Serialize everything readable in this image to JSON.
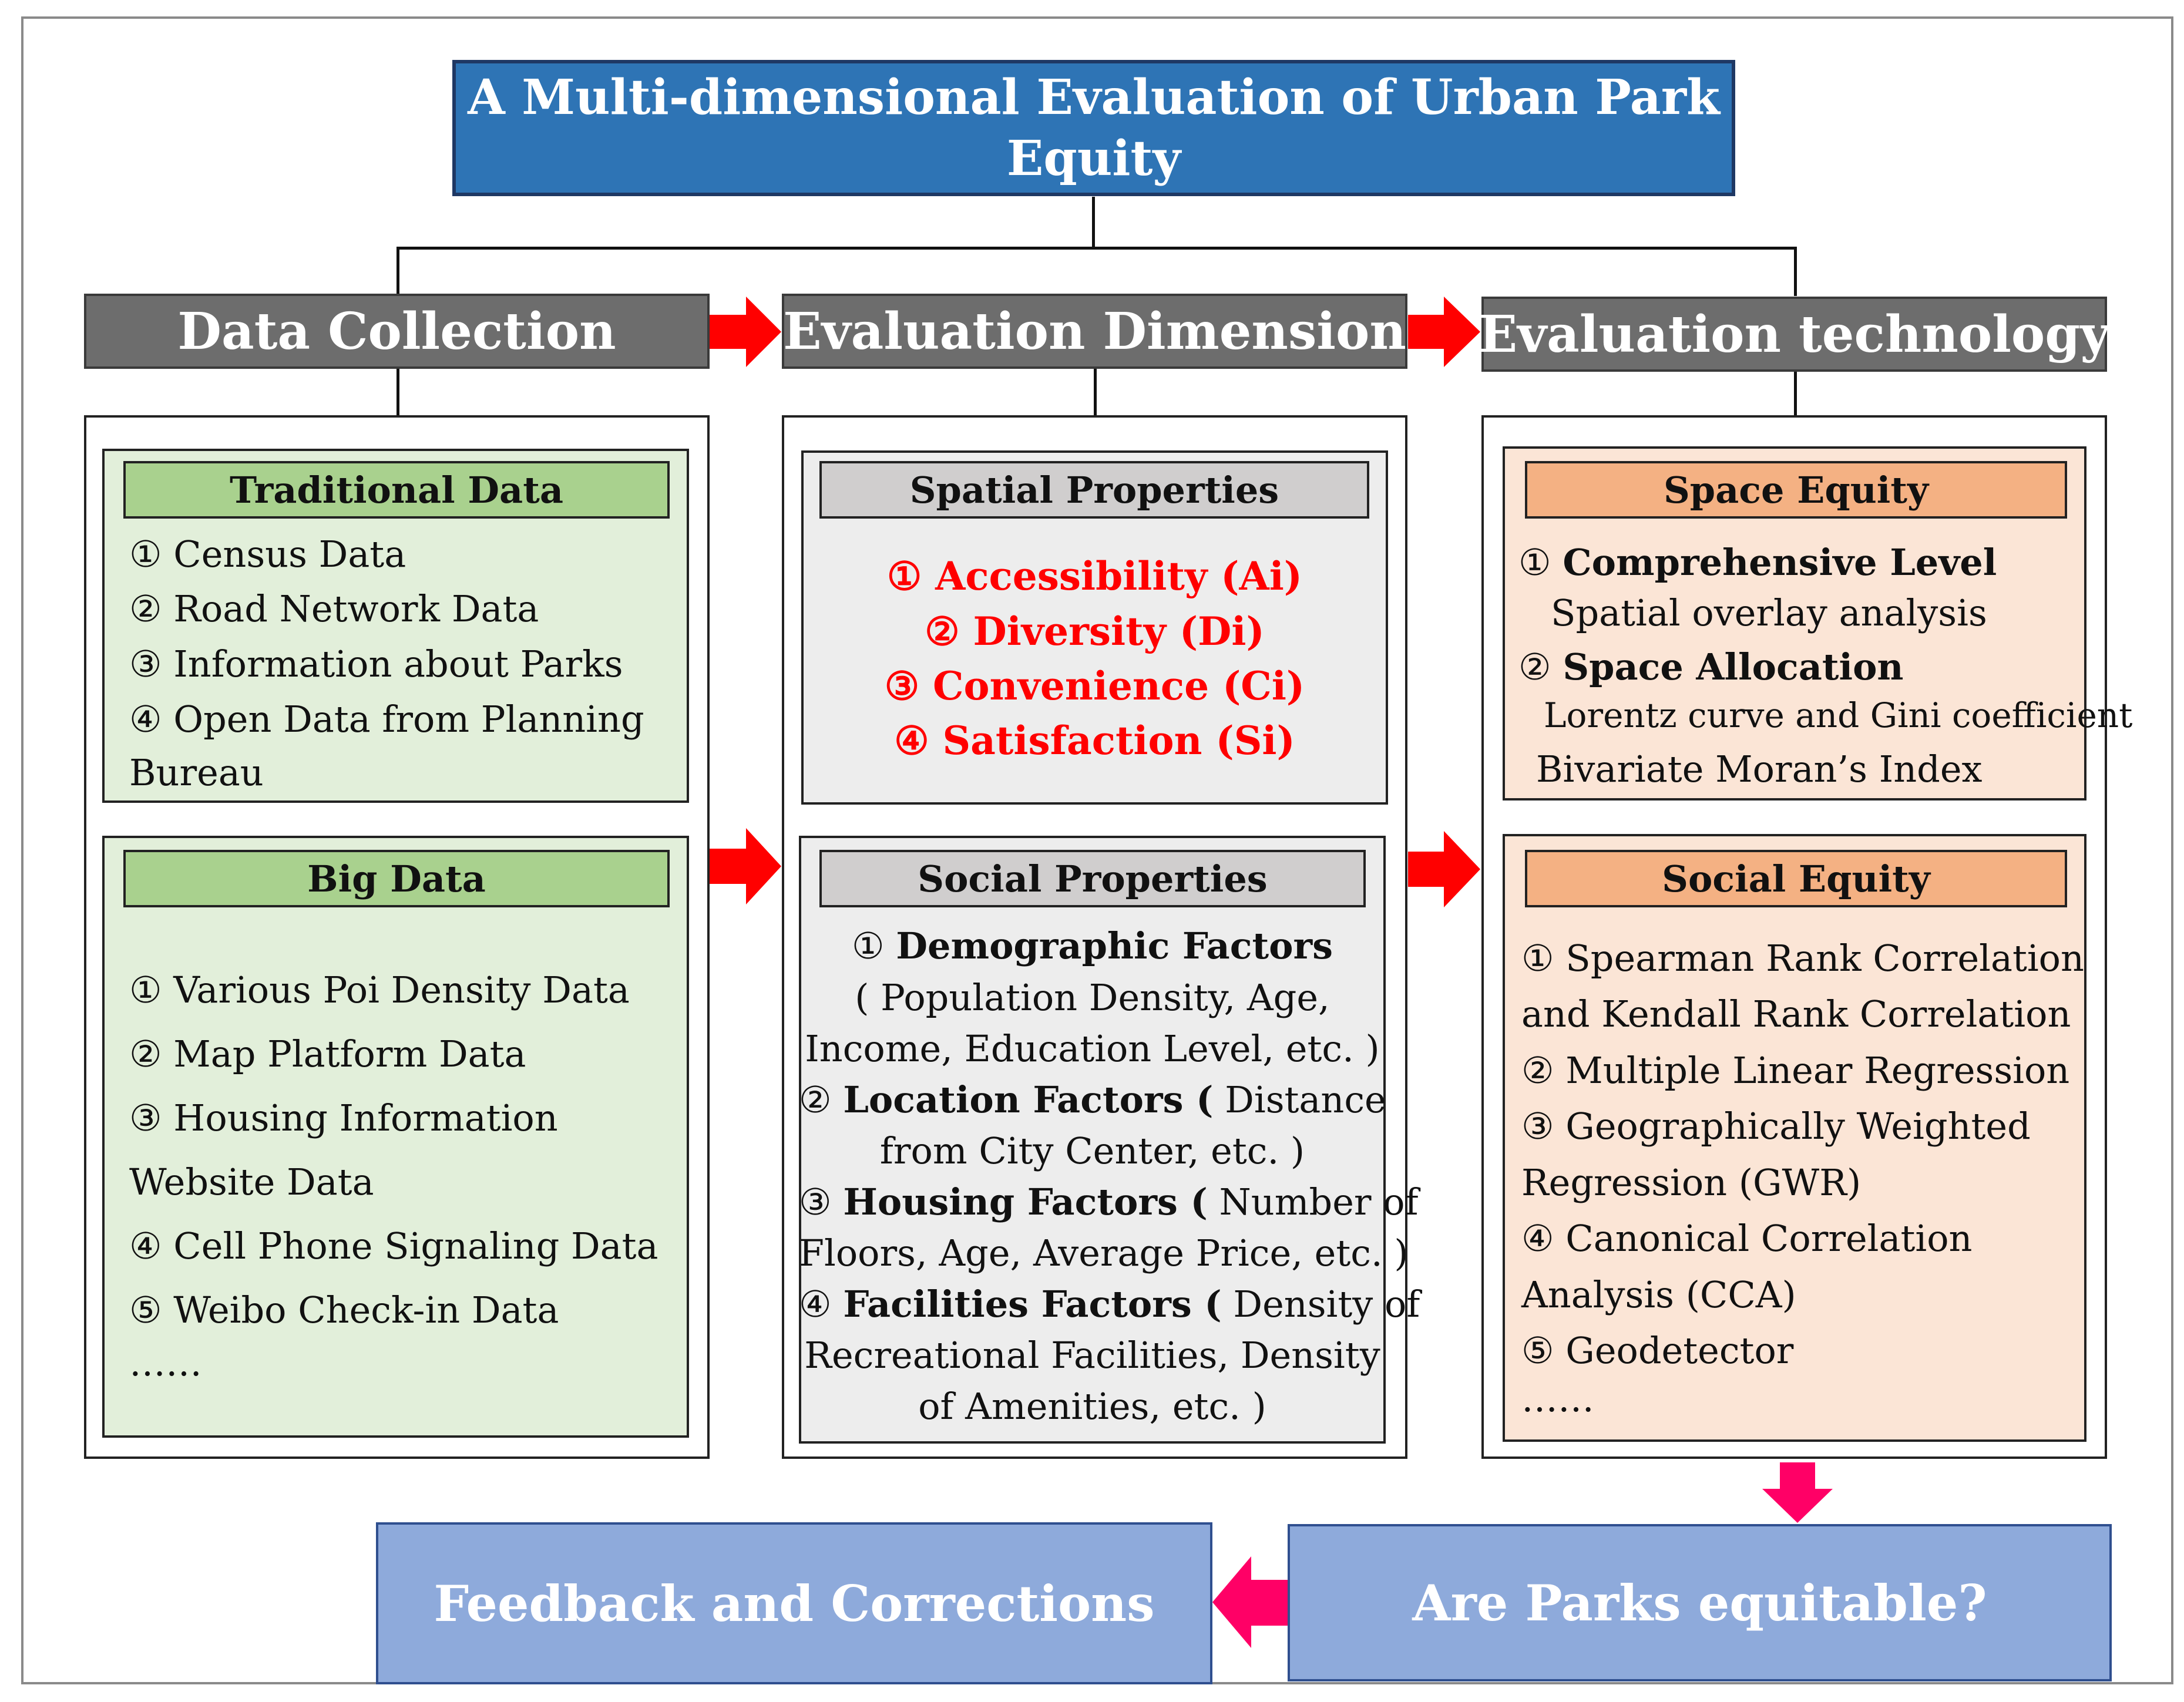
{
  "title": "A Multi-dimensional Evaluation of Urban Park Equity",
  "title_lines": [
    "A Multi-dimensional Evaluation of Urban Park",
    "Equity"
  ],
  "headers": {
    "data_collection": "Data Collection",
    "evaluation_dimension": "Evaluation Dimension",
    "evaluation_technology": "Evaluation technology"
  },
  "traditional_data": {
    "title": "Traditional Data",
    "lines": [
      "① Census Data",
      "② Road Network Data",
      "③ Information about Parks",
      "④ Open Data from Planning",
      "Bureau"
    ]
  },
  "big_data": {
    "title": "Big Data",
    "lines": [
      "① Various Poi Density Data",
      "② Map Platform Data",
      "③ Housing Information",
      "Website Data",
      "④ Cell Phone Signaling Data",
      "⑤ Weibo Check-in Data",
      "……"
    ]
  },
  "spatial_properties": {
    "title": "Spatial Properties",
    "items": [
      "① Accessibility (Ai)",
      "② Diversity (Di)",
      "③ Convenience (Ci)",
      "④ Satisfaction (Si)"
    ]
  },
  "social_properties": {
    "title": "Social Properties",
    "f1_num": "①",
    "f1_bold": "Demographic Factors",
    "f1_l2": "( Population Density, Age,",
    "f1_l3": "Income, Education Level, etc. )",
    "f2_num": "②",
    "f2_bold": "Location Factors (",
    "f2_rest": "Distance",
    "f2_l2": "from City Center, etc. )",
    "f3_num": "③",
    "f3_bold": "Housing Factors (",
    "f3_rest": "Number of",
    "f3_l2": "Floors, Age, Average Price, etc. )",
    "f4_num": "④",
    "f4_bold": "Facilities Factors (",
    "f4_rest": "Density of",
    "f4_l2": "Recreational Facilities, Density",
    "f4_l3": "of Amenities, etc. )"
  },
  "space_equity": {
    "title": "Space Equity",
    "i1_num": "①",
    "i1_bold": "Comprehensive Level",
    "i1_sub": "Spatial overlay analysis",
    "i2_num": "②",
    "i2_bold": "Space Allocation",
    "i2_sub1": "Lorentz curve and Gini coefficient",
    "i2_sub2": "Bivariate Moran’s Index"
  },
  "social_equity": {
    "title": "Social Equity",
    "lines": [
      "① Spearman Rank Correlation",
      "and Kendall Rank Correlation",
      "② Multiple Linear Regression",
      "③ Geographically Weighted",
      "Regression (GWR)",
      "④ Canonical Correlation",
      "Analysis (CCA)",
      "⑤ Geodetector",
      "……"
    ]
  },
  "bottom": {
    "feedback": "Feedback and Corrections",
    "question": "Are Parks equitable?"
  },
  "colors": {
    "title_bg": "#2e74b5",
    "header_bg": "#6d6d6d",
    "green_panel": "#e2efda",
    "green_label": "#a9d18e",
    "grey_panel": "#ededed",
    "grey_label": "#d0cece",
    "peach_panel": "#fbe5d6",
    "orange_label": "#f4b183",
    "highlight_red": "#ff0000",
    "arrow_red": "#ff0000",
    "arrow_pink": "#ff0066",
    "bottom_box": "#8eaadb"
  }
}
